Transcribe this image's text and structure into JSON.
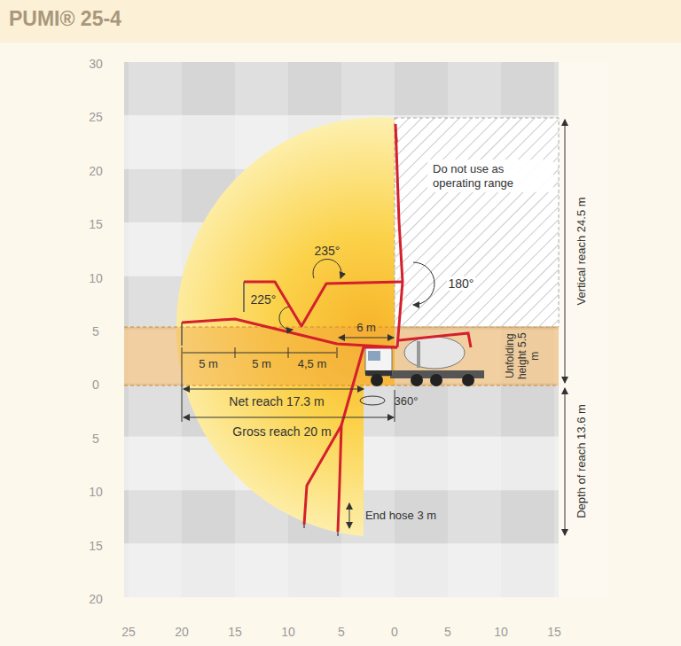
{
  "diagram": {
    "title": "PUMI® 25-4",
    "nodes": [
      {
        "text": [
          "Do not use as operating range"
        ]
      }
    ],
    "labels": [
      "30",
      "25",
      "20",
      "15",
      "10",
      "5",
      "0",
      "5",
      "10",
      "15",
      "20",
      "25",
      "20",
      "15",
      "10",
      "5",
      "0",
      "5",
      "10",
      "15",
      "235°",
      "180°",
      "225°",
      "6 m",
      "5 m",
      "5 m",
      "4,5 m",
      "Net reach 17.3 m",
      "Gross reach 20 m",
      "360°",
      "End hose 3 m",
      "Vertical reach 24.5 m",
      "Unfolding height 5.5 m",
      "Depth of reach 13.6 m"
    ]
  }
}
